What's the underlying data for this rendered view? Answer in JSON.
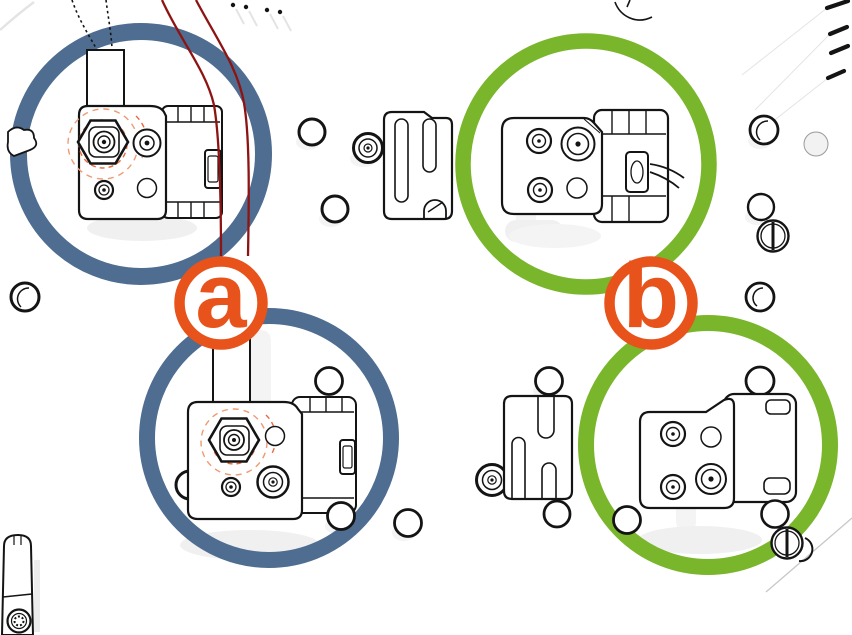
{
  "title": "assembly-step-highlight-diagram",
  "callouts": [
    {
      "label": "a",
      "ring_color_name": "blue",
      "instances": 2
    },
    {
      "label": "b",
      "ring_color_name": "green",
      "instances": 2
    }
  ],
  "colors": {
    "blue_ring": "#4e6d90",
    "green_ring": "#7ab62c",
    "orange": "#e8531c",
    "cable_red": "#8e1414",
    "hex_highlight": "#e8683c",
    "hex_highlight_light": "#f09a72",
    "line_black": "#141414"
  },
  "parts": [
    {
      "name": "idler-body-variant-a-upper",
      "highlight": "blue circle",
      "detail": "hex nut emphasized with dashed orange circles"
    },
    {
      "name": "idler-body-variant-a-lower",
      "highlight": "blue circle",
      "detail": "hex nut emphasized with dashed orange circles"
    },
    {
      "name": "idler-body-variant-b-upper",
      "highlight": "green circle",
      "detail": "flat plate without hex nut"
    },
    {
      "name": "idler-body-variant-b-lower",
      "highlight": "green circle",
      "detail": "flat plate without hex nut"
    },
    {
      "name": "slotted-mounting-plate-upper"
    },
    {
      "name": "slotted-mounting-plate-lower"
    },
    {
      "name": "scattered-washers-and-screws"
    },
    {
      "name": "smooth-rod-with-screw"
    },
    {
      "name": "red-filament-cables"
    }
  ]
}
